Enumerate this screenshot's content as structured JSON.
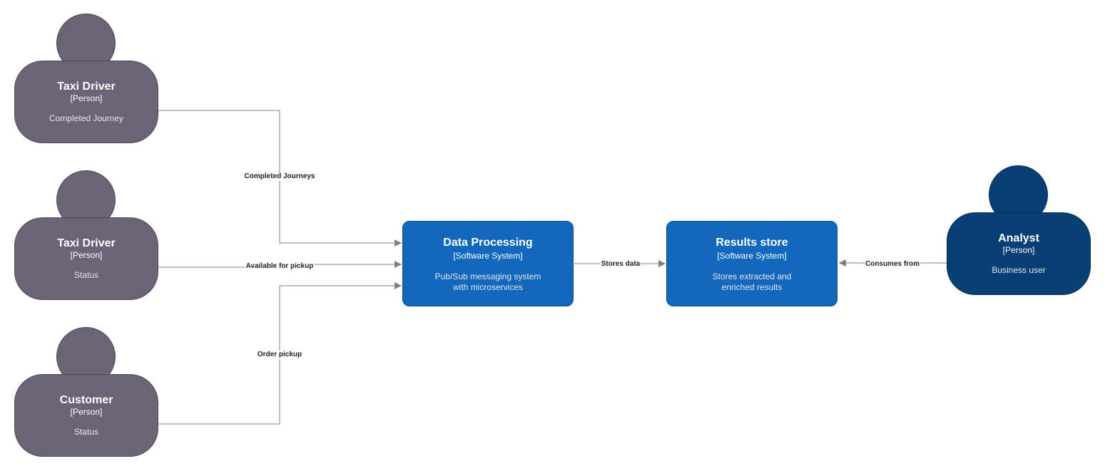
{
  "colors": {
    "person_external": "#6b6477",
    "person_internal": "#083f75",
    "system": "#1168bd",
    "edge": "#808080"
  },
  "persons": [
    {
      "id": "driver1",
      "title": "Taxi Driver",
      "type": "[Person]",
      "desc": "Completed Journey"
    },
    {
      "id": "driver2",
      "title": "Taxi Driver",
      "type": "[Person]",
      "desc": "Status"
    },
    {
      "id": "customer",
      "title": "Customer",
      "type": "[Person]",
      "desc": "Status"
    },
    {
      "id": "analyst",
      "title": "Analyst",
      "type": "[Person]",
      "desc": "Business user"
    }
  ],
  "systems": [
    {
      "id": "processing",
      "title": "Data Processing",
      "type": "[Software System]",
      "desc": "Pub/Sub messaging system\nwith microservices"
    },
    {
      "id": "results",
      "title": "Results store",
      "type": "[Software System]",
      "desc": "Stores extracted and\nenriched results"
    }
  ],
  "edges": [
    {
      "from": "driver1",
      "to": "processing",
      "label": "Completed Journeys"
    },
    {
      "from": "driver2",
      "to": "processing",
      "label": "Available for pickup"
    },
    {
      "from": "customer",
      "to": "processing",
      "label": "Order pickup"
    },
    {
      "from": "processing",
      "to": "results",
      "label": "Stores data"
    },
    {
      "from": "analyst",
      "to": "results",
      "label": "Consumes from"
    }
  ]
}
